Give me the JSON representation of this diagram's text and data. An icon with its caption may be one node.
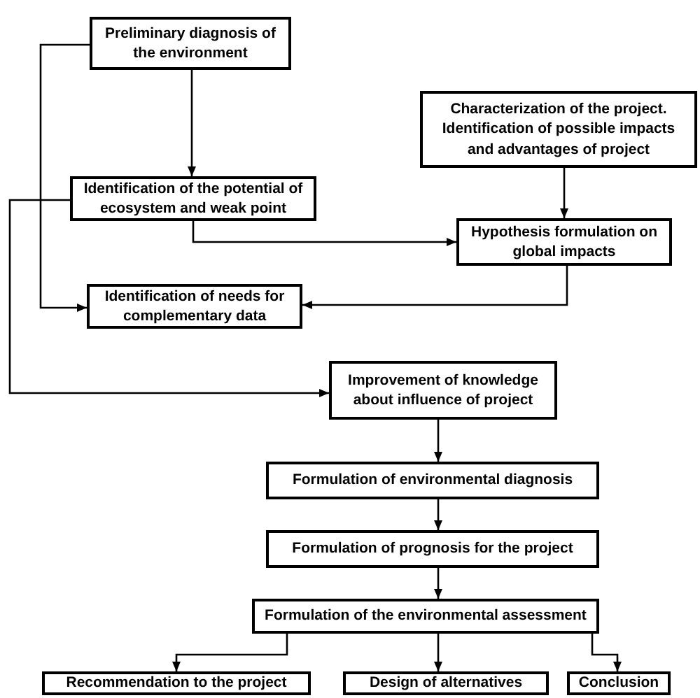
{
  "diagram": {
    "nodes": [
      {
        "text": [
          "Preliminary diagnosis of the environment"
        ]
      },
      {
        "text": [
          "Characterization of the project. Identification of possible impacts and advantages of project"
        ]
      },
      {
        "text": [
          "Identification of the potential of ecosystem and weak point"
        ]
      },
      {
        "text": [
          "Hypothesis formulation on global impacts"
        ]
      },
      {
        "text": [
          "Identification of needs for complementary data"
        ]
      },
      {
        "text": [
          "Improvement of knowledge about influence of project"
        ]
      },
      {
        "text": [
          "Formulation of environmental diagnosis"
        ]
      },
      {
        "text": [
          "Formulation of prognosis for the project"
        ]
      },
      {
        "text": [
          "Formulation of the environmental assessment"
        ]
      },
      {
        "text": [
          "Recommendation to the project"
        ]
      },
      {
        "text": [
          "Design of alternatives"
        ]
      },
      {
        "text": [
          "Conclusion"
        ]
      }
    ],
    "edges": [
      {
        "from": 0,
        "to": 2,
        "arrow": "to"
      },
      {
        "from": 0,
        "to": 4,
        "arrow": "to"
      },
      {
        "from": 1,
        "to": 3,
        "arrow": "to"
      },
      {
        "from": 2,
        "to": 3,
        "arrow": "to"
      },
      {
        "from": 3,
        "to": 4,
        "arrow": "to"
      },
      {
        "from": 2,
        "to": 5,
        "arrow": "to"
      },
      {
        "from": 5,
        "to": 6,
        "arrow": "to"
      },
      {
        "from": 6,
        "to": 7,
        "arrow": "to"
      },
      {
        "from": 7,
        "to": 8,
        "arrow": "to"
      },
      {
        "from": 8,
        "to": 9,
        "arrow": "to"
      },
      {
        "from": 8,
        "to": 10,
        "arrow": "to"
      },
      {
        "from": 8,
        "to": 11,
        "arrow": "to"
      }
    ]
  }
}
